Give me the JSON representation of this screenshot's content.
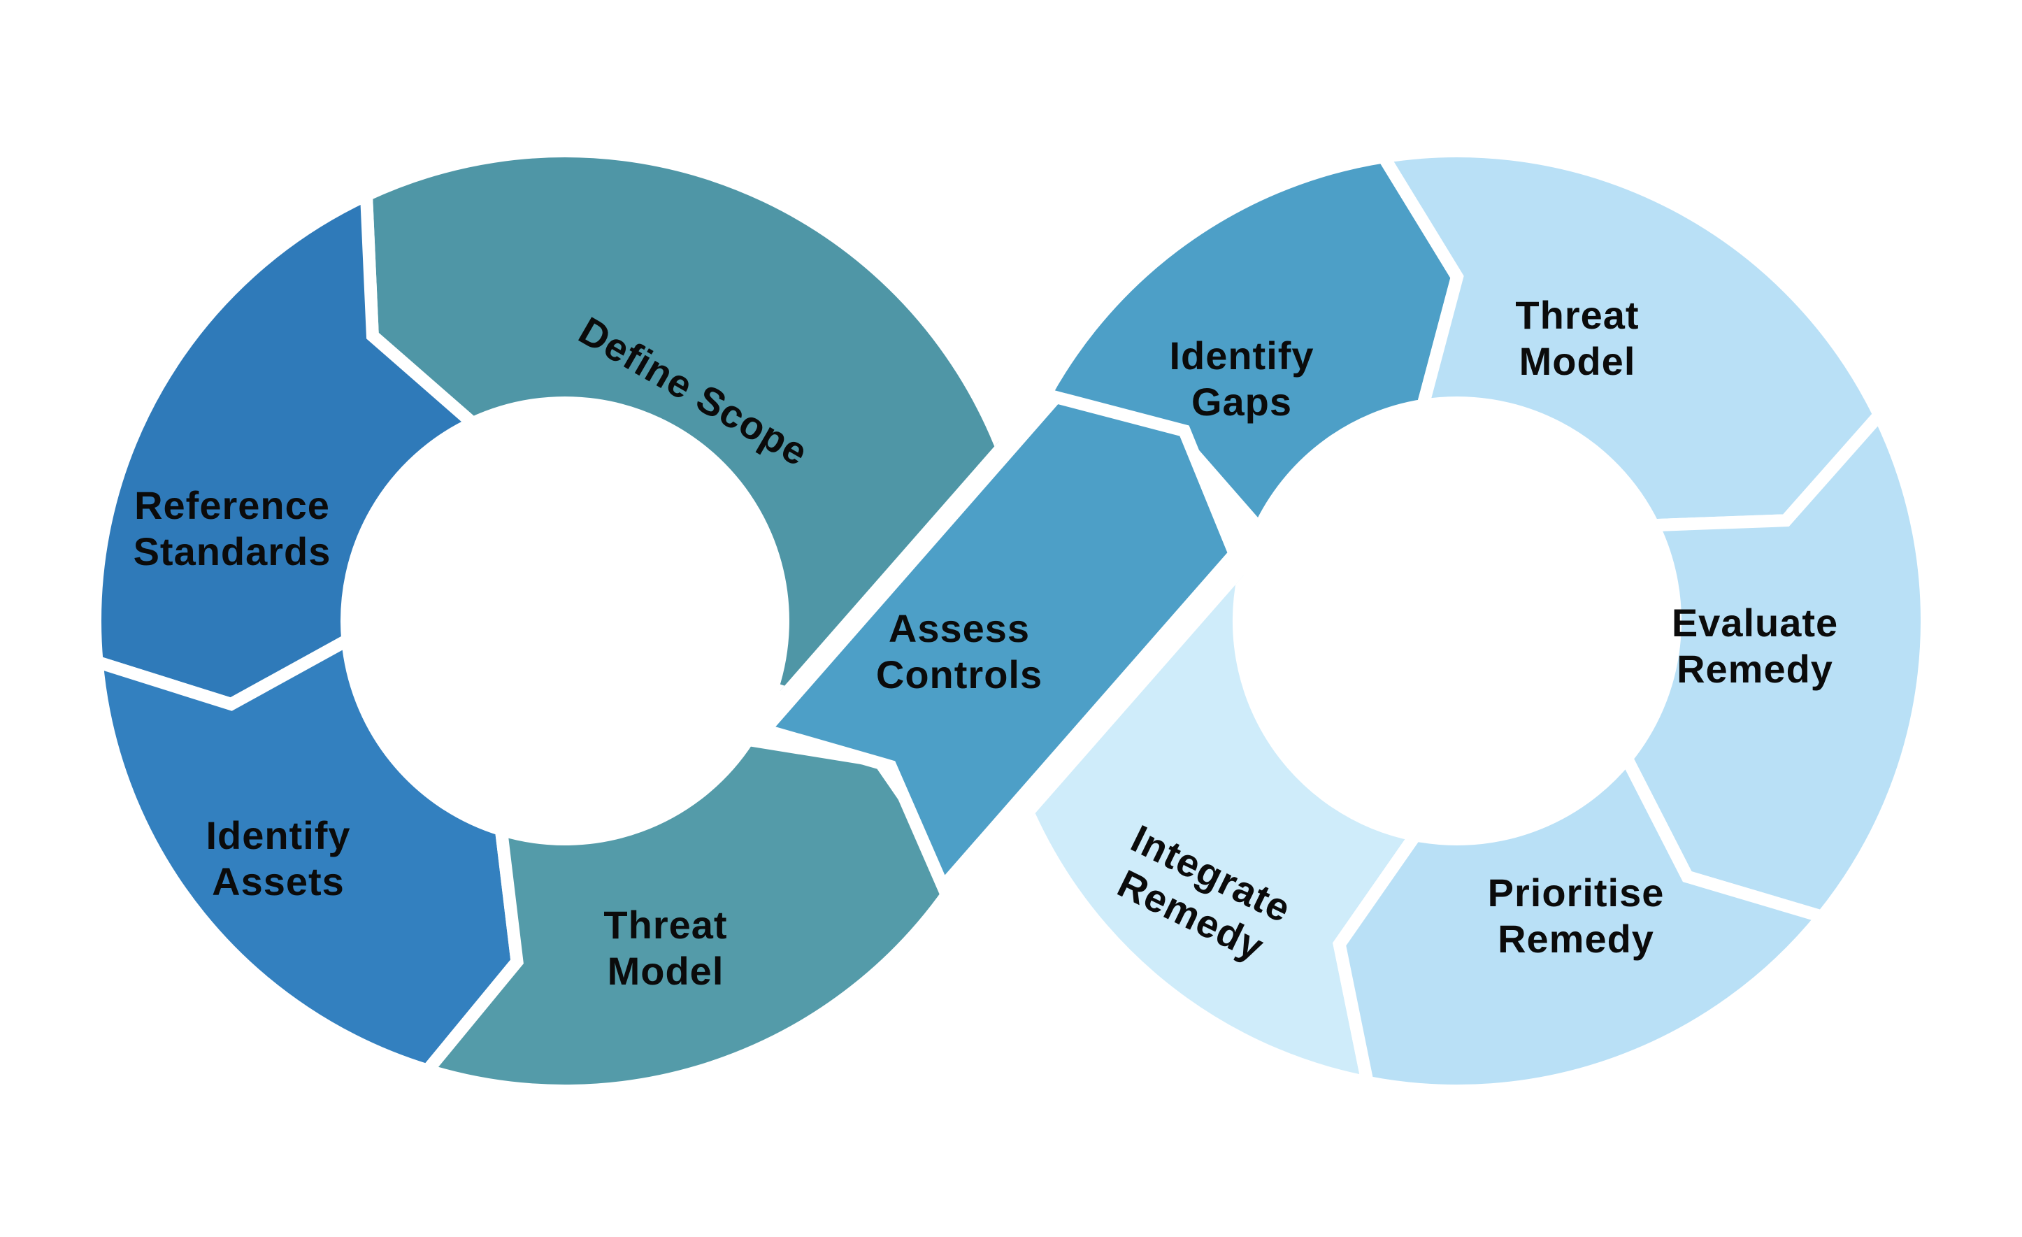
{
  "diagram": {
    "kind": "infinity-loop process diagram",
    "background_color": "#FFFFFF",
    "text_color": "#0B0B0B"
  },
  "segments": {
    "define_scope": {
      "label": "Define Scope",
      "color": "#4F96A6"
    },
    "reference_standards": {
      "lines": [
        "Reference",
        "Standards"
      ],
      "color": "#2F7AB9"
    },
    "identify_assets": {
      "lines": [
        "Identify",
        "Assets"
      ],
      "color": "#3380BF"
    },
    "threat_model_left": {
      "lines": [
        "Threat",
        "Model"
      ],
      "color": "#549BA9"
    },
    "assess_controls": {
      "lines": [
        "Assess",
        "Controls"
      ],
      "color": "#4D9FC7"
    },
    "identify_gaps": {
      "lines": [
        "Identify",
        "Gaps"
      ],
      "color": "#4D9FC7"
    },
    "threat_model_right": {
      "lines": [
        "Threat",
        "Model"
      ],
      "color": "#B9E0F6"
    },
    "evaluate_remedy": {
      "lines": [
        "Evaluate",
        "Remedy"
      ],
      "color": "#B9E0F6"
    },
    "prioritise_remedy": {
      "lines": [
        "Prioritise",
        "Remedy"
      ],
      "color": "#B9E0F6"
    },
    "integrate_remedy": {
      "lines": [
        "Integrate",
        "Remedy"
      ],
      "color": "#CFECFA"
    }
  },
  "flow_order": [
    "Define Scope",
    "Reference Standards",
    "Identify Assets",
    "Threat Model",
    "Assess Controls",
    "Identify Gaps",
    "Threat Model",
    "Evaluate Remedy",
    "Prioritise Remedy",
    "Integrate Remedy"
  ]
}
